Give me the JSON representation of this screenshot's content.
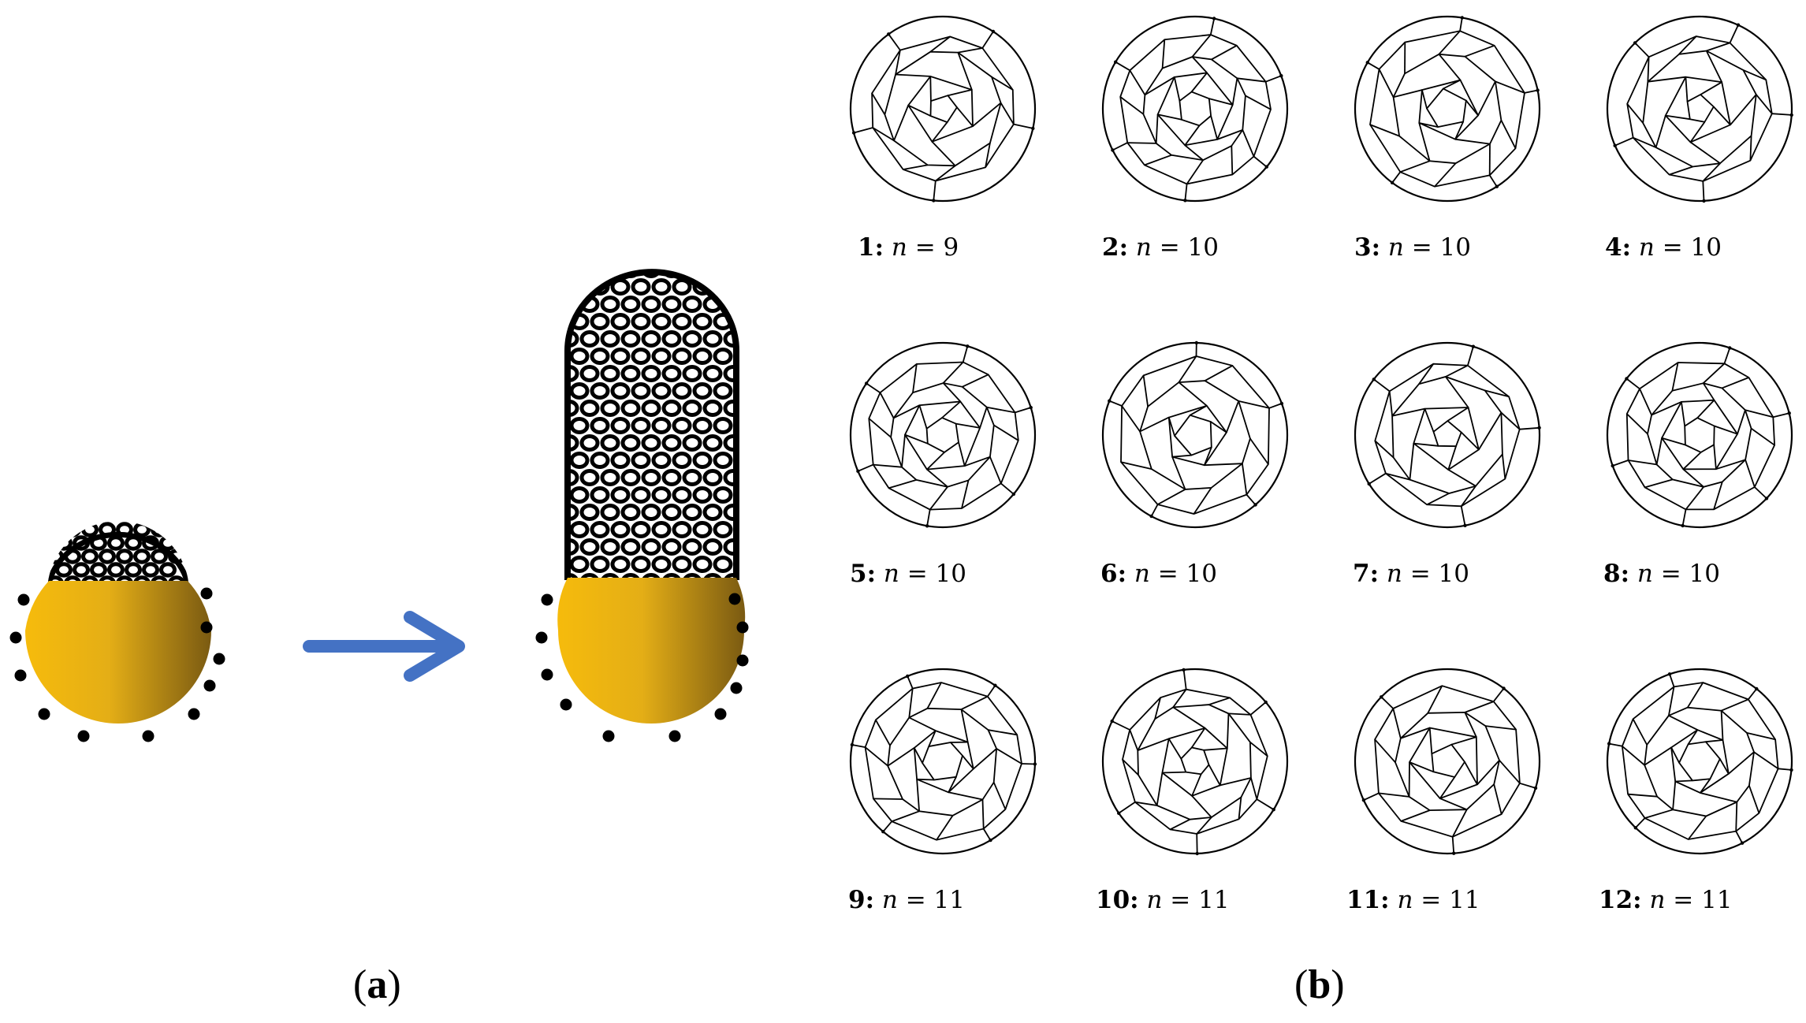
{
  "panels": {
    "a": {
      "open": "(",
      "letter": "a",
      "close": ")"
    },
    "b": {
      "open": "(",
      "letter": "b",
      "close": ")"
    }
  },
  "panel_a": {
    "arrow_color": "#4472C4",
    "particle_color_light": "#F6BB0C",
    "particle_color_dark": "#7A5A12",
    "dot_color": "#000000"
  },
  "caps": [
    {
      "num": "1:",
      "var": "n",
      "eq": " = ",
      "val": "9"
    },
    {
      "num": "2:",
      "var": "n",
      "eq": " = ",
      "val": "10"
    },
    {
      "num": "3:",
      "var": "n",
      "eq": " = ",
      "val": "10"
    },
    {
      "num": "4:",
      "var": "n",
      "eq": " = ",
      "val": "10"
    },
    {
      "num": "5:",
      "var": "n",
      "eq": " = ",
      "val": "10"
    },
    {
      "num": "6:",
      "var": "n",
      "eq": " = ",
      "val": "10"
    },
    {
      "num": "7:",
      "var": "n",
      "eq": " = ",
      "val": "10"
    },
    {
      "num": "8:",
      "var": "n",
      "eq": " = ",
      "val": "10"
    },
    {
      "num": "9:",
      "var": "n",
      "eq": " = ",
      "val": "11"
    },
    {
      "num": "10:",
      "var": "n",
      "eq": " = ",
      "val": "11"
    },
    {
      "num": "11:",
      "var": "n",
      "eq": " = ",
      "val": "11"
    },
    {
      "num": "12:",
      "var": "n",
      "eq": " = ",
      "val": "11"
    }
  ]
}
